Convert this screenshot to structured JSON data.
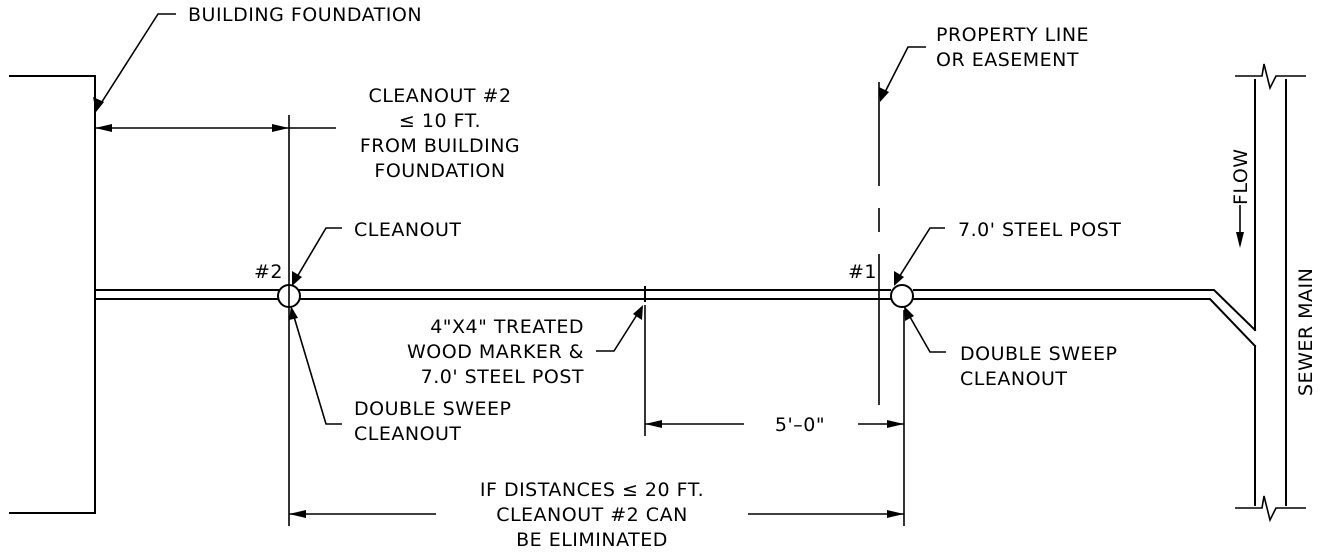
{
  "labels": {
    "building_foundation": "BUILDING FOUNDATION",
    "property_line_1": "PROPERTY LINE",
    "property_line_2": "OR EASEMENT",
    "cleanout2_dist_1": "CLEANOUT #2",
    "cleanout2_dist_2": "≤ 10 FT.",
    "cleanout2_dist_3": "FROM BUILDING",
    "cleanout2_dist_4": "FOUNDATION",
    "flow": "FLOW",
    "cleanout": "CLEANOUT",
    "steel_post": "7.0' STEEL POST",
    "marker_num_2": "#2",
    "marker_num_1": "#1",
    "wood_marker_1": "4\"X4\" TREATED",
    "wood_marker_2": "WOOD MARKER &",
    "wood_marker_3": "7.0' STEEL POST",
    "double_sweep_right_1": "DOUBLE SWEEP",
    "double_sweep_right_2": "CLEANOUT",
    "double_sweep_left_1": "DOUBLE SWEEP",
    "double_sweep_left_2": "CLEANOUT",
    "sewer_main": "SEWER MAIN",
    "dim_5ft": "5'–0\"",
    "if_dist_1": "IF DISTANCES ≤ 20 FT.",
    "if_dist_2": "CLEANOUT #2 CAN",
    "if_dist_3": "BE ELIMINATED"
  }
}
